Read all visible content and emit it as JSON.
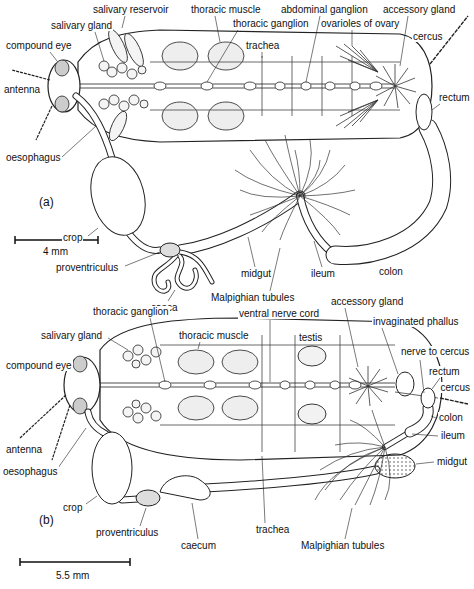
{
  "diagram": {
    "labels": [
      "salivary reservoir",
      "salivary gland",
      "compound eye",
      "antenna",
      "oesophagus",
      "thoracic muscle",
      "abdominal ganglion",
      "thoracic ganglion",
      "trachea",
      "ovarioles of ovary",
      "accessory gland",
      "cercus",
      "rectum",
      "crop",
      "proventriculus",
      "caeca",
      "midgut",
      "Malpighian tubules",
      "ileum",
      "colon",
      "(a)",
      "4 mm",
      "thoracic ganglion",
      "salivary gland",
      "compound eye",
      "thoracic muscle",
      "ventral nerve cord",
      "testis",
      "accessory gland",
      "invaginated phallus",
      "nerve to cercus",
      "rectum",
      "cercus",
      "colon",
      "ileum",
      "midgut",
      "antenna",
      "oesophagus",
      "crop",
      "(b)",
      "proventriculus",
      "caecum",
      "trachea",
      "Malpighian tubules",
      "5.5 mm"
    ]
  }
}
